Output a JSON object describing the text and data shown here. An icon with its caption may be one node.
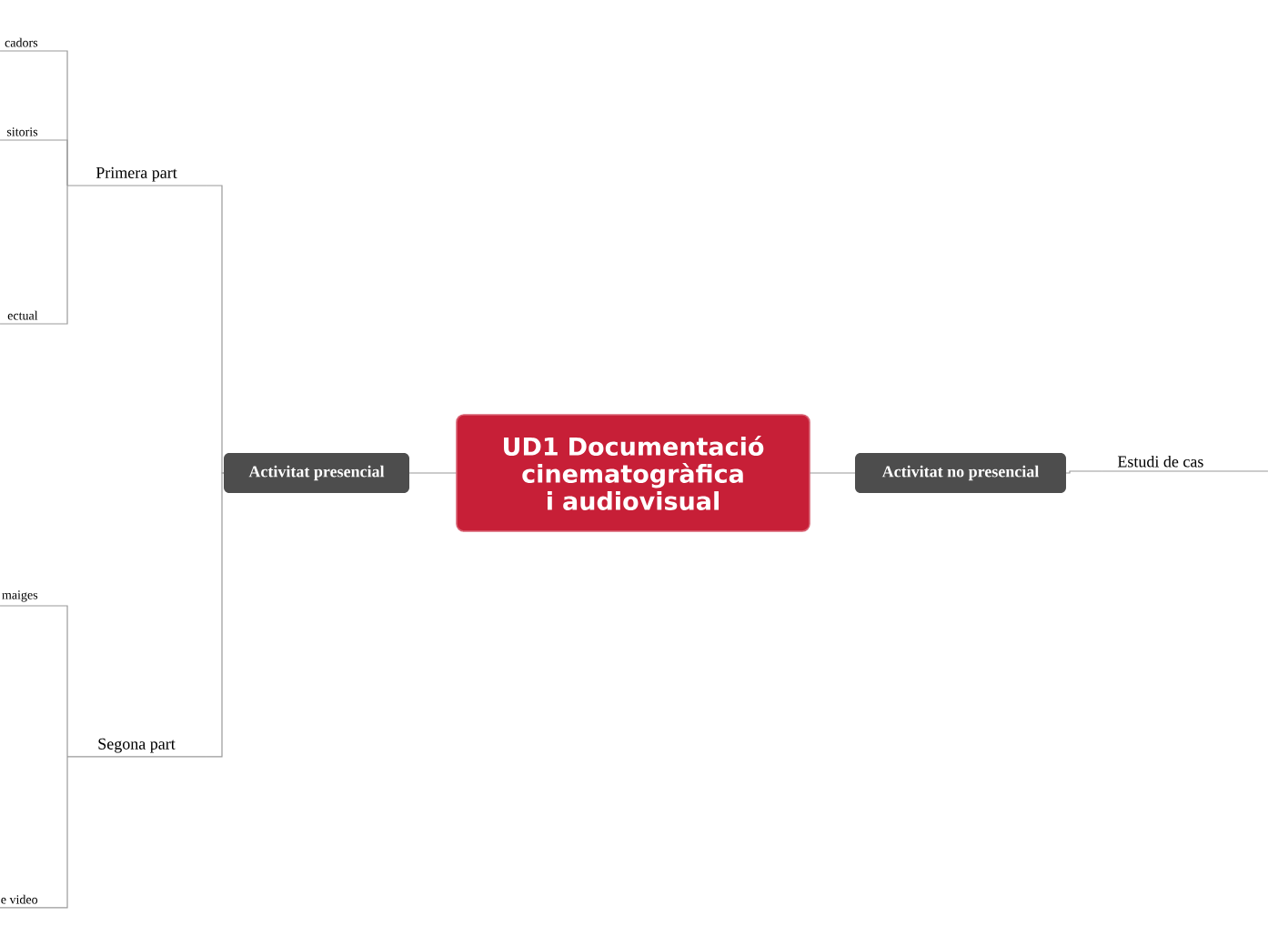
{
  "diagram": {
    "nodes": [
      {
        "text": [
          "UD1 Documentació cinematogràfica i audiovisual"
        ]
      },
      {
        "text": [
          "Activitat presencial"
        ]
      },
      {
        "text": [
          "Activitat no presencial"
        ]
      },
      {
        "text": [
          "Primera part"
        ]
      },
      {
        "text": [
          "Segona part"
        ]
      },
      {
        "text": [
          "cadors"
        ]
      },
      {
        "text": [
          "sitoris"
        ]
      },
      {
        "text": [
          "ectual"
        ]
      },
      {
        "text": [
          "maiges"
        ]
      },
      {
        "text": [
          "e video"
        ]
      },
      {
        "text": [
          "Estudi de cas"
        ]
      }
    ],
    "edges": [
      {
        "from": 0,
        "to": 1,
        "arrow": "none"
      },
      {
        "from": 0,
        "to": 2,
        "arrow": "none"
      },
      {
        "from": 1,
        "to": 3,
        "arrow": "none"
      },
      {
        "from": 1,
        "to": 4,
        "arrow": "none"
      },
      {
        "from": 3,
        "to": 5,
        "arrow": "none"
      },
      {
        "from": 3,
        "to": 6,
        "arrow": "none"
      },
      {
        "from": 3,
        "to": 7,
        "arrow": "none"
      },
      {
        "from": 4,
        "to": 8,
        "arrow": "none"
      },
      {
        "from": 4,
        "to": 9,
        "arrow": "none"
      },
      {
        "from": 2,
        "to": 10,
        "arrow": "none"
      }
    ]
  }
}
